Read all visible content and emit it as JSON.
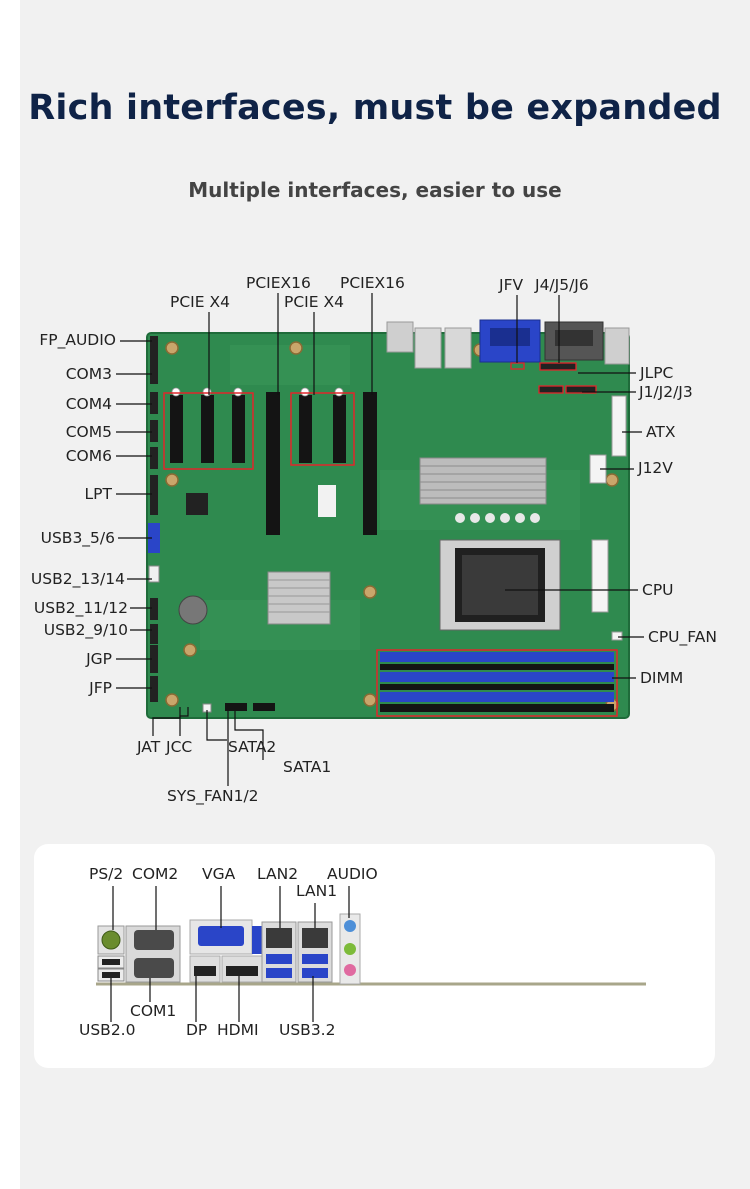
{
  "header": {
    "title": "Rich interfaces, must be expanded",
    "subtitle": "Multiple interfaces, easier to use"
  },
  "board_labels": {
    "left": [
      "FP_AUDIO",
      "COM3",
      "COM4",
      "COM5",
      "COM6",
      "LPT",
      "USB3_5/6",
      "USB2_13/14",
      "USB2_11/12",
      "USB2_9/10",
      "JGP",
      "JFP"
    ],
    "top": [
      "PCIE X4",
      "PCIEX16",
      "PCIE X4",
      "PCIEX16",
      "JFV",
      "J4/J5/J6"
    ],
    "right": [
      "JLPC",
      "J1/J2/J3",
      "ATX",
      "J12V",
      "CPU",
      "CPU_FAN",
      "DIMM"
    ],
    "bottom": [
      "JAT",
      "JCC",
      "SATA2",
      "SATA1",
      "SYS_FAN1/2"
    ]
  },
  "io_labels": {
    "top": [
      "PS/2",
      "COM2",
      "VGA",
      "LAN2",
      "LAN1",
      "AUDIO"
    ],
    "bottom": [
      "USB2.0",
      "COM1",
      "DP",
      "HDMI",
      "USB3.2"
    ]
  },
  "colors": {
    "title": "#0f2347",
    "pcb": "#2f8a4f",
    "slot": "#141414",
    "dimm": "#2a45c8",
    "highlight": "#e0262b"
  }
}
